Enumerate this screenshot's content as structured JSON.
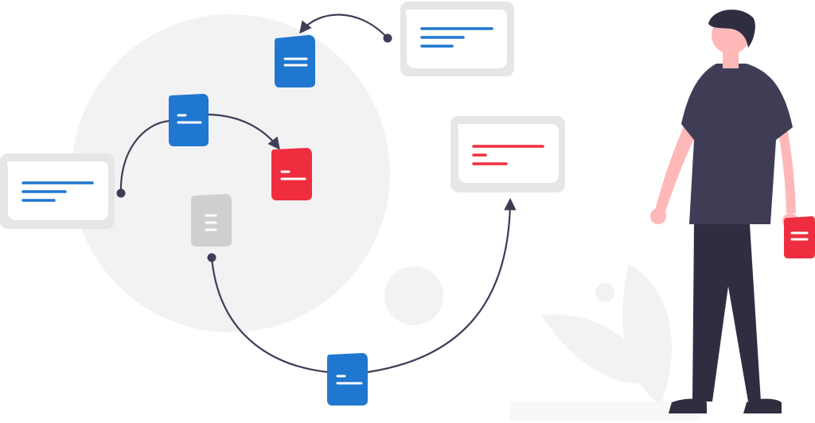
{
  "colors": {
    "blue": "#1f77d0",
    "red": "#ee2e3f",
    "gray_doc": "#cfcfcf",
    "line": "#3f3d56",
    "bg_shape": "#f2f2f2",
    "card": "#ffffff",
    "card_frame": "#e6e6e6",
    "shirt": "#3f3d56",
    "pants": "#2f2e41",
    "skin": "#ffb8b8",
    "hair": "#2f2e41"
  },
  "icons": {
    "document": "document-icon",
    "card": "message-card",
    "person": "person-figure",
    "plant": "plant-illustration"
  }
}
